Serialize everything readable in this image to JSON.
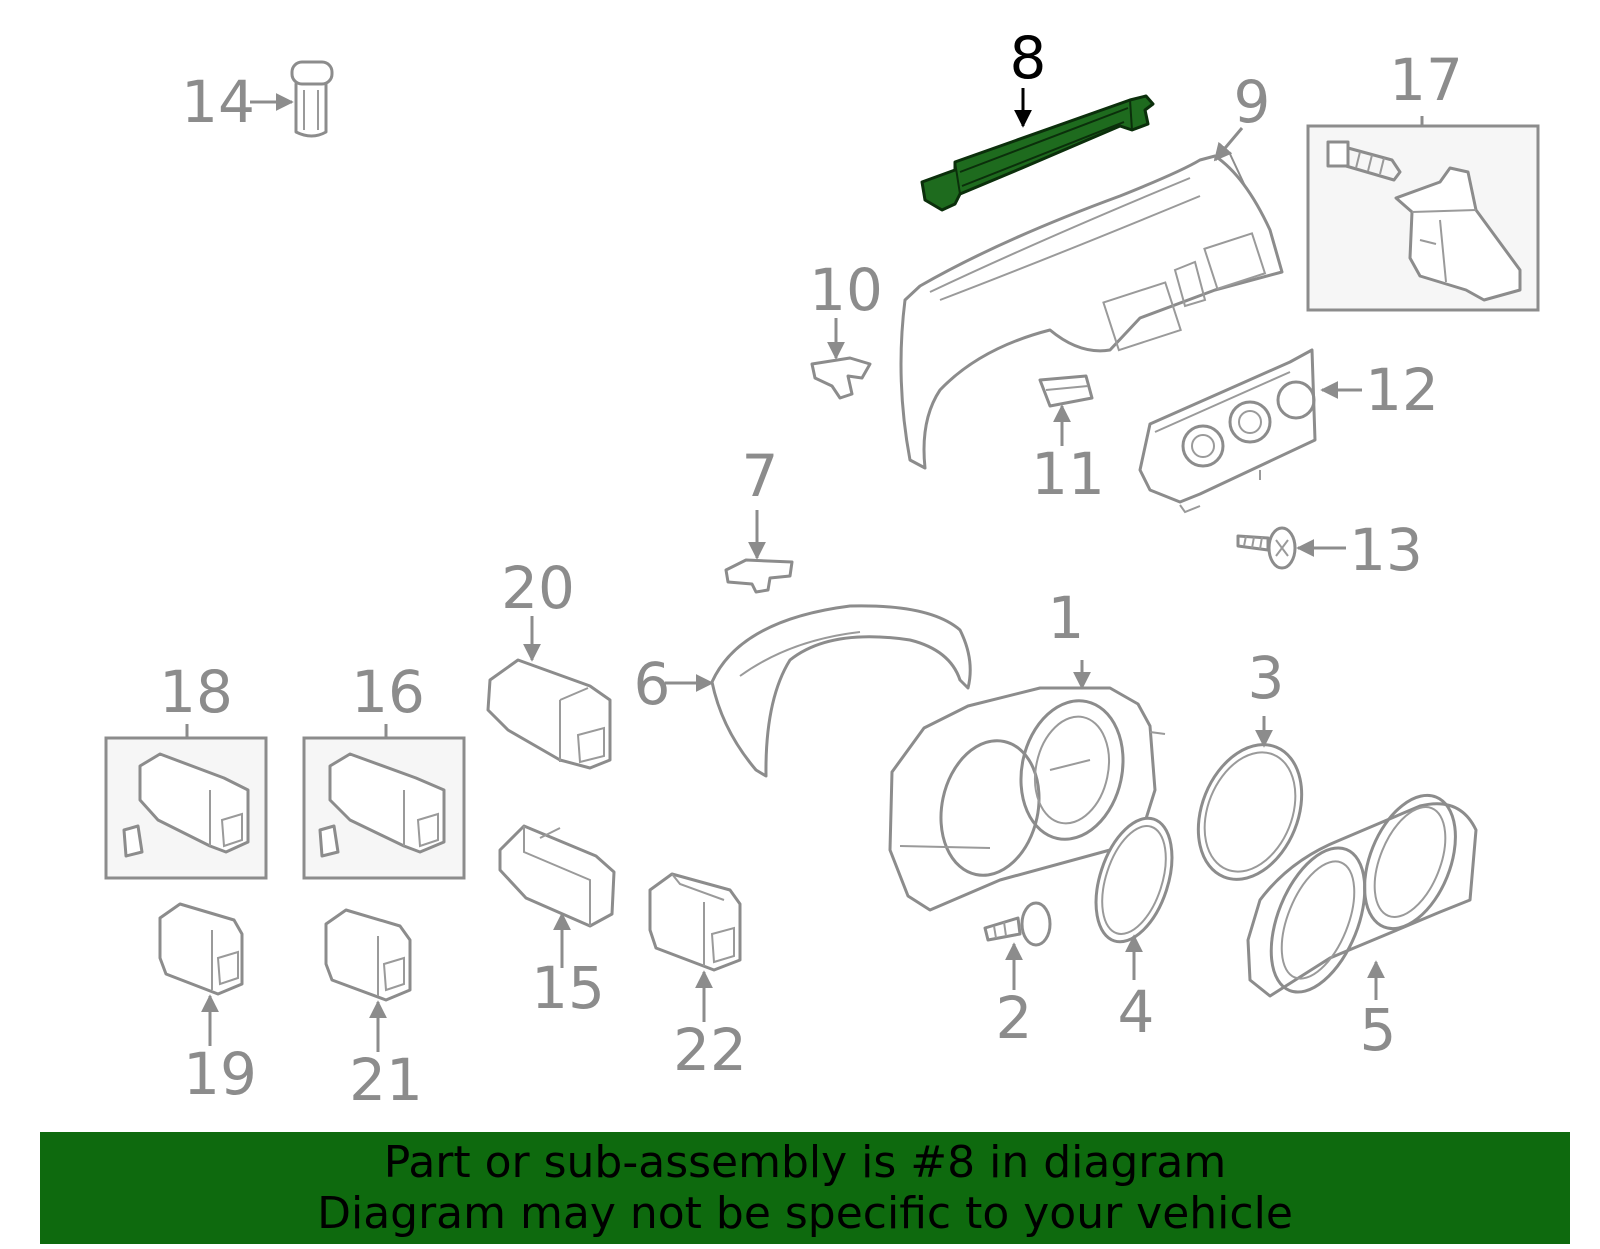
{
  "callouts": [
    "1",
    "2",
    "3",
    "4",
    "5",
    "6",
    "7",
    "8",
    "9",
    "10",
    "11",
    "12",
    "13",
    "14",
    "15",
    "16",
    "17",
    "18",
    "19",
    "20",
    "21",
    "22"
  ],
  "highlighted_part": "8",
  "colors": {
    "highlight_fill": "#1e6b1e",
    "banner_bg": "#0e6a0e",
    "line_gray": "#8c8c8c"
  },
  "banner": {
    "line1": "Part or sub-assembly is #8 in diagram",
    "line2": "Diagram may not be specific to your vehicle"
  }
}
